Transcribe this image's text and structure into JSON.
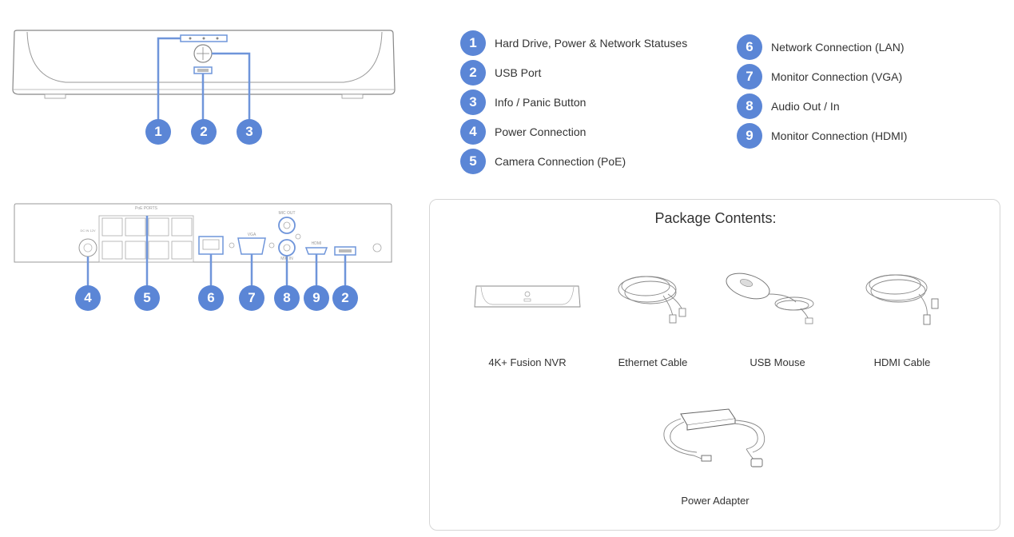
{
  "callouts_front": [
    "1",
    "2",
    "3"
  ],
  "callouts_rear": [
    "4",
    "5",
    "6",
    "7",
    "8",
    "9",
    "2"
  ],
  "rear_panel_labels": {
    "dc_in": "DC IN 12V",
    "poe_ports": "PoE PORTS",
    "vga": "VGA",
    "mic_out": "MIC OUT",
    "mic_in": "MIC IN",
    "hdmi": "HDMI"
  },
  "legend_left": [
    {
      "num": "1",
      "label": "Hard Drive, Power & Network Statuses"
    },
    {
      "num": "2",
      "label": "USB Port"
    },
    {
      "num": "3",
      "label": "Info / Panic Button"
    },
    {
      "num": "4",
      "label": "Power Connection"
    },
    {
      "num": "5",
      "label": "Camera Connection (PoE)"
    }
  ],
  "legend_right": [
    {
      "num": "6",
      "label": "Network Connection (LAN)"
    },
    {
      "num": "7",
      "label": "Monitor Connection (VGA)"
    },
    {
      "num": "8",
      "label": "Audio Out / In"
    },
    {
      "num": "9",
      "label": "Monitor Connection (HDMI)"
    }
  ],
  "package": {
    "title": "Package Contents:",
    "items": [
      {
        "icon": "nvr-icon",
        "label": "4K+ Fusion NVR"
      },
      {
        "icon": "ethernet-cable-icon",
        "label": "Ethernet Cable"
      },
      {
        "icon": "usb-mouse-icon",
        "label": "USB Mouse"
      },
      {
        "icon": "hdmi-cable-icon",
        "label": "HDMI Cable"
      },
      {
        "icon": "power-adapter-icon",
        "label": "Power Adapter"
      }
    ]
  },
  "colors": {
    "badge": "#5b86d6",
    "line": "#6f95da",
    "outline": "#888888"
  }
}
